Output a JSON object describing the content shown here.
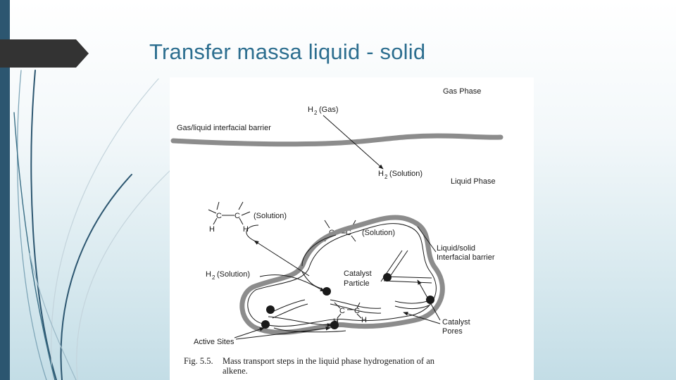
{
  "slide": {
    "title": "Transfer massa liquid - solid"
  },
  "figure": {
    "labels": {
      "gas_phase": "Gas Phase",
      "h2": "H",
      "h2_sub": "2",
      "gas_paren": "(Gas)",
      "solution_paren": "(Solution)",
      "gas_liquid_barrier": "Gas/liquid interfacial barrier",
      "liquid_phase": "Liquid Phase",
      "c": "C",
      "h": "H",
      "liquid_solid_barrier_1": "Liquid/solid",
      "liquid_solid_barrier_2": "Interfacial barrier",
      "catalyst_particle_1": "Catalyst",
      "catalyst_particle_2": "Particle",
      "catalyst_pores_1": "Catalyst",
      "catalyst_pores_2": "Pores",
      "active_sites": "Active Sites"
    },
    "caption": {
      "number": "Fig. 5.5.",
      "line1": "Mass transport steps in the liquid phase hydrogenation of an",
      "line2": "alkene."
    }
  },
  "colors": {
    "left_bar": "#2c5670",
    "title_tab": "#333333",
    "title_text": "#2c6e8f",
    "barrier_gray": "#8c8c8c"
  }
}
